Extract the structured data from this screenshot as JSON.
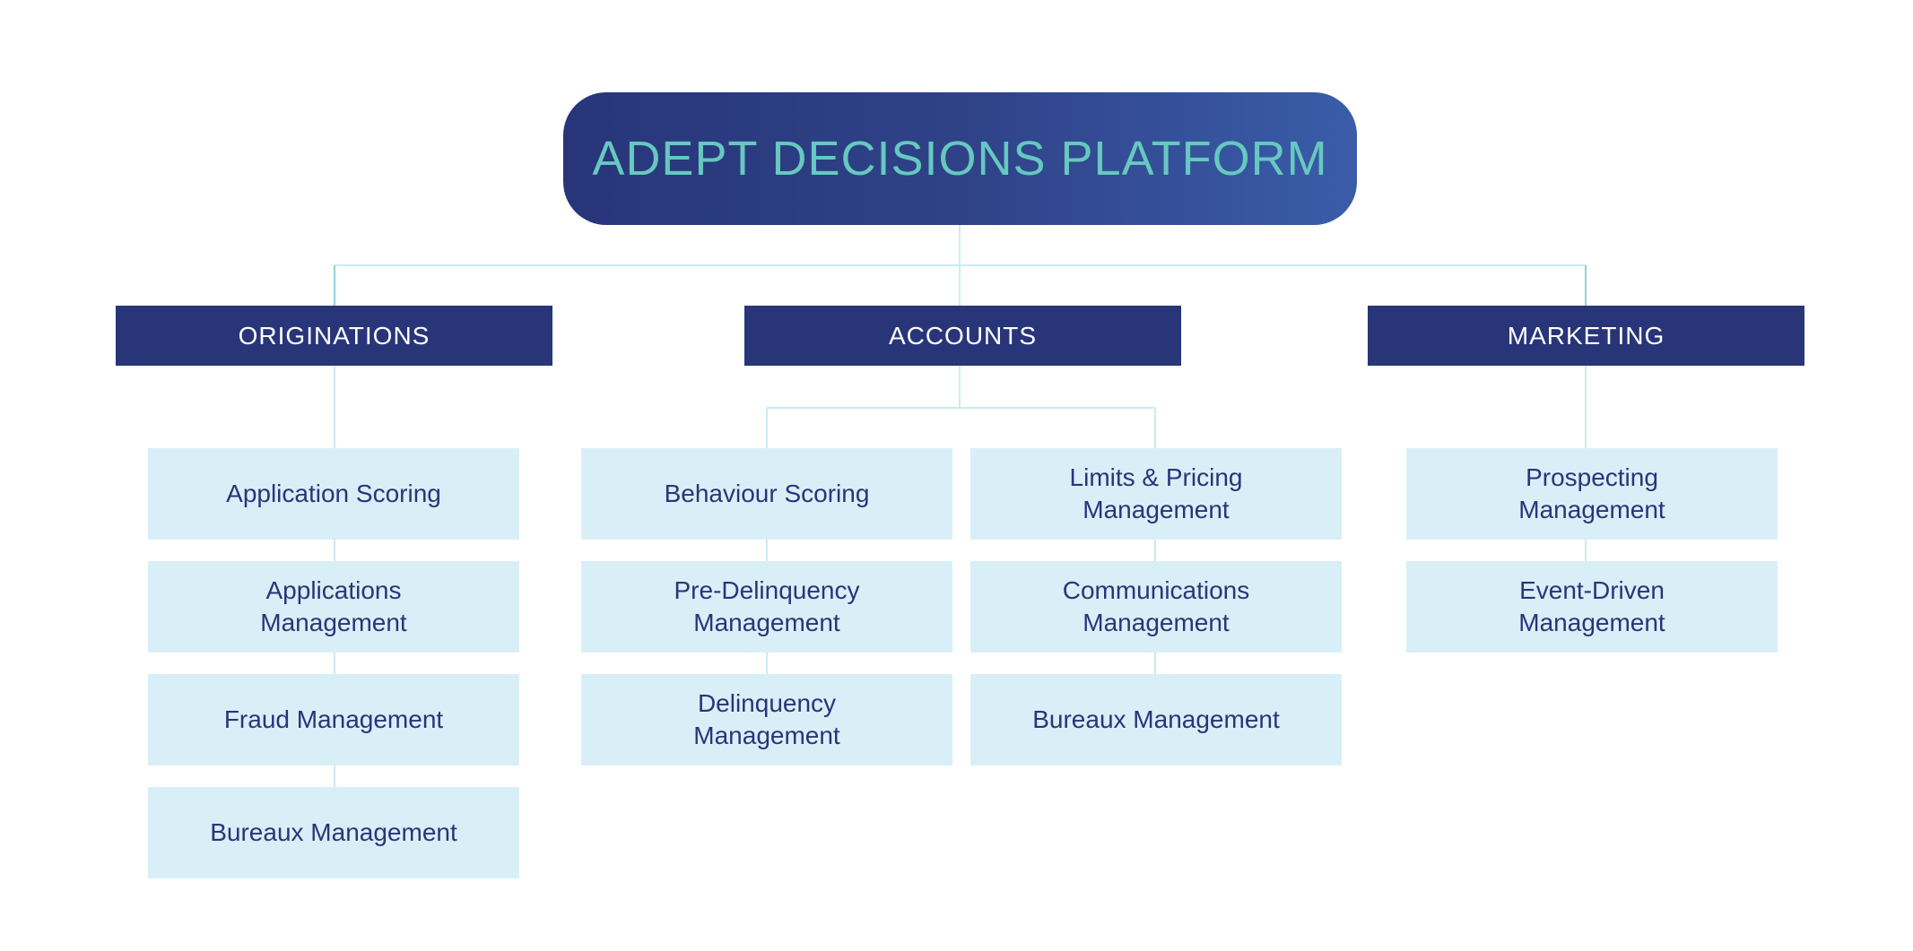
{
  "diagram": {
    "title": "ADEPT DECISIONS PLATFORM",
    "columns": [
      {
        "header": "ORIGINATIONS",
        "items": [
          "Application Scoring",
          "Applications\nManagement",
          "Fraud Management",
          "Bureaux Management"
        ]
      },
      {
        "header": "ACCOUNTS",
        "items_left": [
          "Behaviour Scoring",
          "Pre-Delinquency\nManagement",
          "Delinquency\nManagement"
        ],
        "items_right": [
          "Limits & Pricing\nManagement",
          "Communications\nManagement",
          "Bureaux Management"
        ]
      },
      {
        "header": "MARKETING",
        "items": [
          "Prospecting\nManagement",
          "Event-Driven\nManagement"
        ]
      }
    ]
  },
  "colors": {
    "title_bg_start": "#28357a",
    "title_bg_end": "#3a5ca9",
    "title_text": "#66c8bf",
    "header_bg": "#283579",
    "header_text": "#ffffff",
    "box_bg": "#d9eff8",
    "box_text": "#283579",
    "connector": "#c9ecf3"
  }
}
